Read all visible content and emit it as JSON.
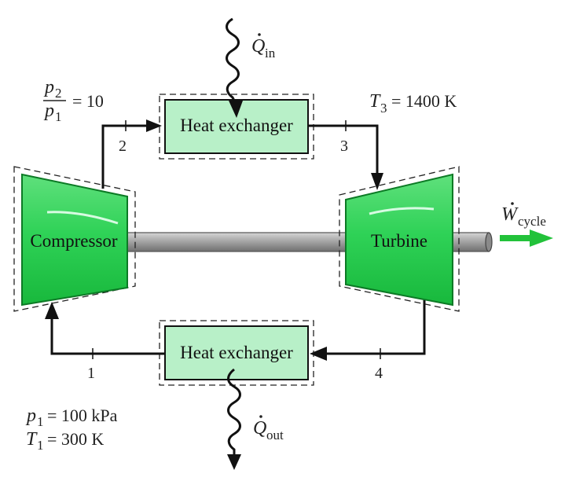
{
  "colors": {
    "component_fill": "#2ecc5a",
    "exchanger_fill": "#b8f0c8",
    "shaft_fill": "#9a9a9a",
    "line": "#111111",
    "work_arrow": "#22c23a"
  },
  "components": {
    "hx_top": "Heat exchanger",
    "hx_bottom": "Heat exchanger",
    "compressor": "Compressor",
    "turbine": "Turbine"
  },
  "states": {
    "s1": "1",
    "s2": "2",
    "s3": "3",
    "s4": "4"
  },
  "labels": {
    "pressure_ratio": {
      "num_var": "p",
      "num_sub": "2",
      "den_var": "p",
      "den_sub": "1",
      "value": "= 10"
    },
    "t3": {
      "var": "T",
      "sub": "3",
      "value": "= 1400 K"
    },
    "q_in": {
      "var": "Q",
      "sub": "in"
    },
    "q_out": {
      "var": "Q",
      "sub": "out"
    },
    "w_cycle": {
      "var": "W",
      "sub": "cycle"
    },
    "p1": {
      "var": "p",
      "sub": "1",
      "value": "= 100 kPa"
    },
    "t1": {
      "var": "T",
      "sub": "1",
      "value": "= 300 K"
    }
  },
  "icons": [
    "heat-in-wavy-arrow",
    "heat-out-wavy-arrow",
    "work-output-arrow"
  ]
}
